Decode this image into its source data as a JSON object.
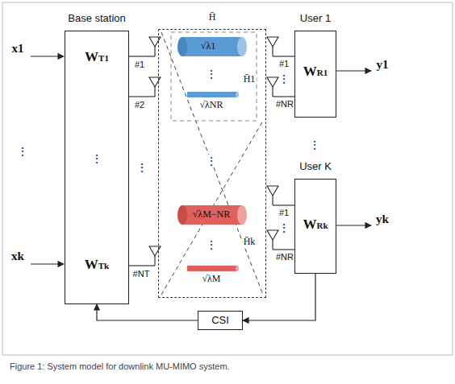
{
  "diagram": {
    "caption": "Figure 1: System model for downlink MU-MIMO system.",
    "nodes": [
      {
        "text": [
          "Base station",
          "WT1",
          "⋮",
          "WTk"
        ]
      },
      {
        "text": [
          "H̄"
        ]
      },
      {
        "text": [
          "User 1",
          "WR1"
        ]
      },
      {
        "text": [
          "User K",
          "WRk"
        ]
      },
      {
        "text": [
          "CSI"
        ]
      }
    ],
    "edges": [
      {
        "from": 3,
        "to": 4,
        "arrow": "to"
      },
      {
        "from": 4,
        "to": 0,
        "arrow": "to"
      }
    ],
    "labels": [
      "x1",
      "⋮",
      "xk",
      "#1",
      "#2",
      "⋮",
      "#NT",
      "√λ1",
      "⋮",
      "√λNR",
      "H̄1",
      "⋮",
      "√λM−NR",
      "⋮",
      "√λM",
      "H̄k",
      "#1",
      "⋮",
      "#NR",
      "y1",
      "⋮",
      "#1",
      "⋮",
      "#NR",
      "yk"
    ]
  }
}
